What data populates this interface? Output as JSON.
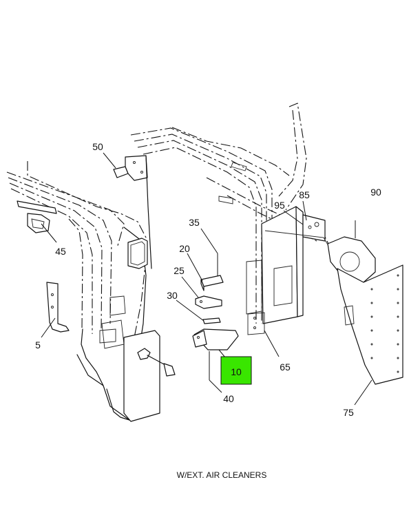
{
  "caption": "W/EXT. AIR CLEANERS",
  "highlight_color": "#39e600",
  "callouts": {
    "c5": "5",
    "c10": "10",
    "c20": "20",
    "c25": "25",
    "c30": "30",
    "c35": "35",
    "c40": "40",
    "c45": "45",
    "c50": "50",
    "c65": "65",
    "c75": "75",
    "c85": "85",
    "c90": "90",
    "c95": "95"
  },
  "highlighted_callout": "10"
}
